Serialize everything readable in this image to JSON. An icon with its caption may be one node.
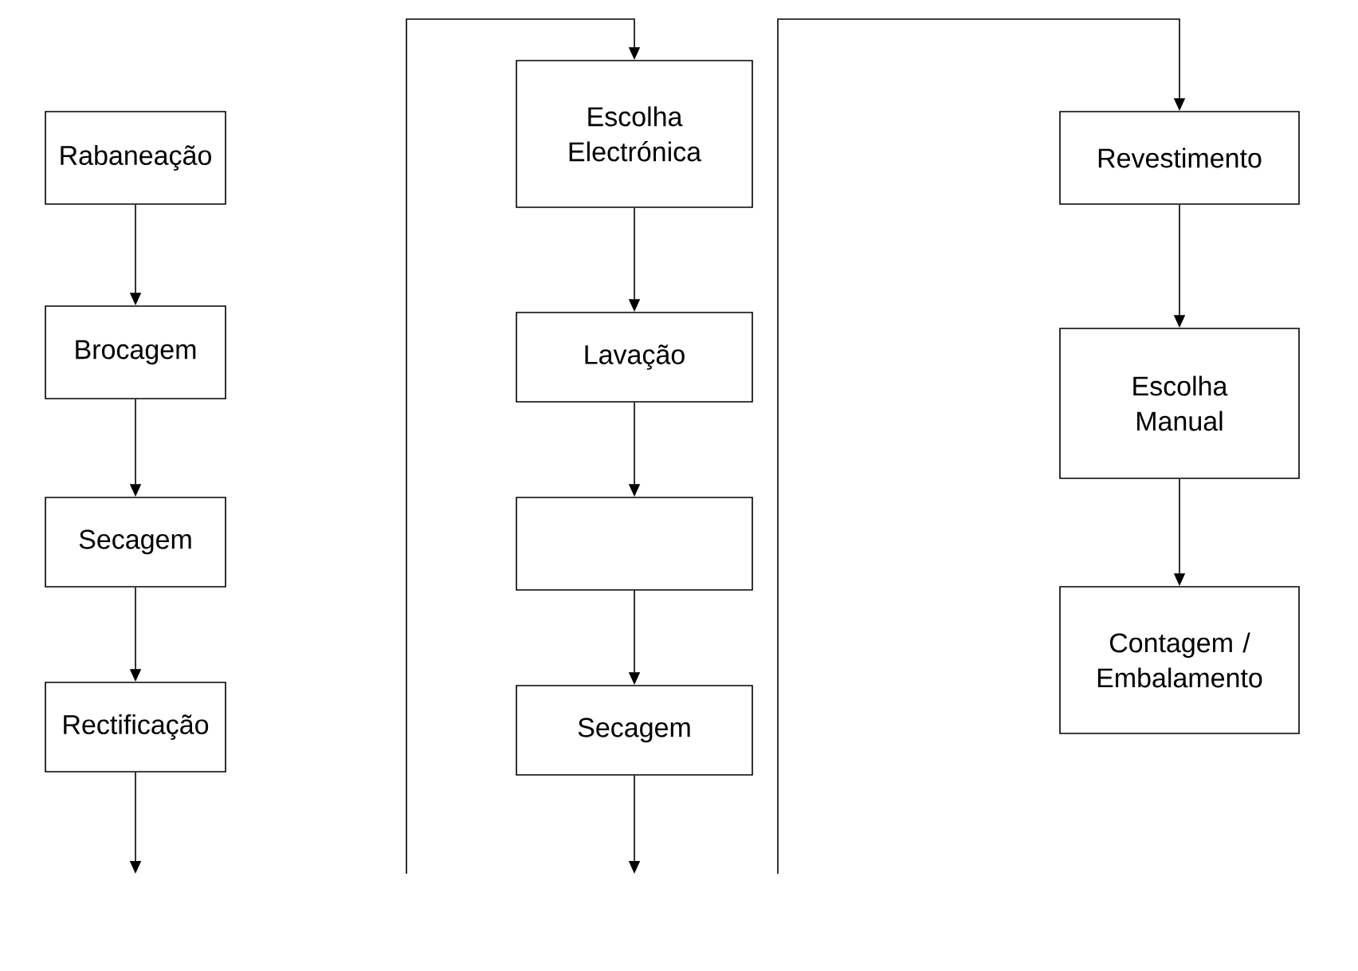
{
  "diagram": {
    "nodes": [
      {
        "text": [
          "Rabaneação"
        ]
      },
      {
        "text": [
          "Brocagem"
        ]
      },
      {
        "text": [
          "Secagem"
        ]
      },
      {
        "text": [
          "Rectificação"
        ]
      },
      {
        "text": [
          "Escolha Electrónica"
        ]
      },
      {
        "text": [
          "Lavação"
        ]
      },
      {
        "text": [],
        "shape": "box"
      },
      {
        "text": [
          "Secagem"
        ]
      },
      {
        "text": [
          "Revestimento"
        ]
      },
      {
        "text": [
          "Escolha Manual"
        ]
      },
      {
        "text": [
          "Contagem / Embalamento"
        ]
      }
    ],
    "edges": [
      {
        "from": 0,
        "to": 1,
        "arrow": "to"
      },
      {
        "from": 1,
        "to": 2,
        "arrow": "to"
      },
      {
        "from": 2,
        "to": 3,
        "arrow": "to"
      },
      {
        "from": 3,
        "to": null,
        "arrow": "to"
      },
      {
        "from": null,
        "to": 4,
        "arrow": "to"
      },
      {
        "from": 4,
        "to": 5,
        "arrow": "to"
      },
      {
        "from": 5,
        "to": 6,
        "arrow": "to"
      },
      {
        "from": 6,
        "to": 7,
        "arrow": "to"
      },
      {
        "from": 7,
        "to": null,
        "arrow": "to"
      },
      {
        "from": null,
        "to": 8,
        "arrow": "to"
      },
      {
        "from": 8,
        "to": 9,
        "arrow": "to"
      },
      {
        "from": 9,
        "to": 10,
        "arrow": "to"
      }
    ]
  }
}
